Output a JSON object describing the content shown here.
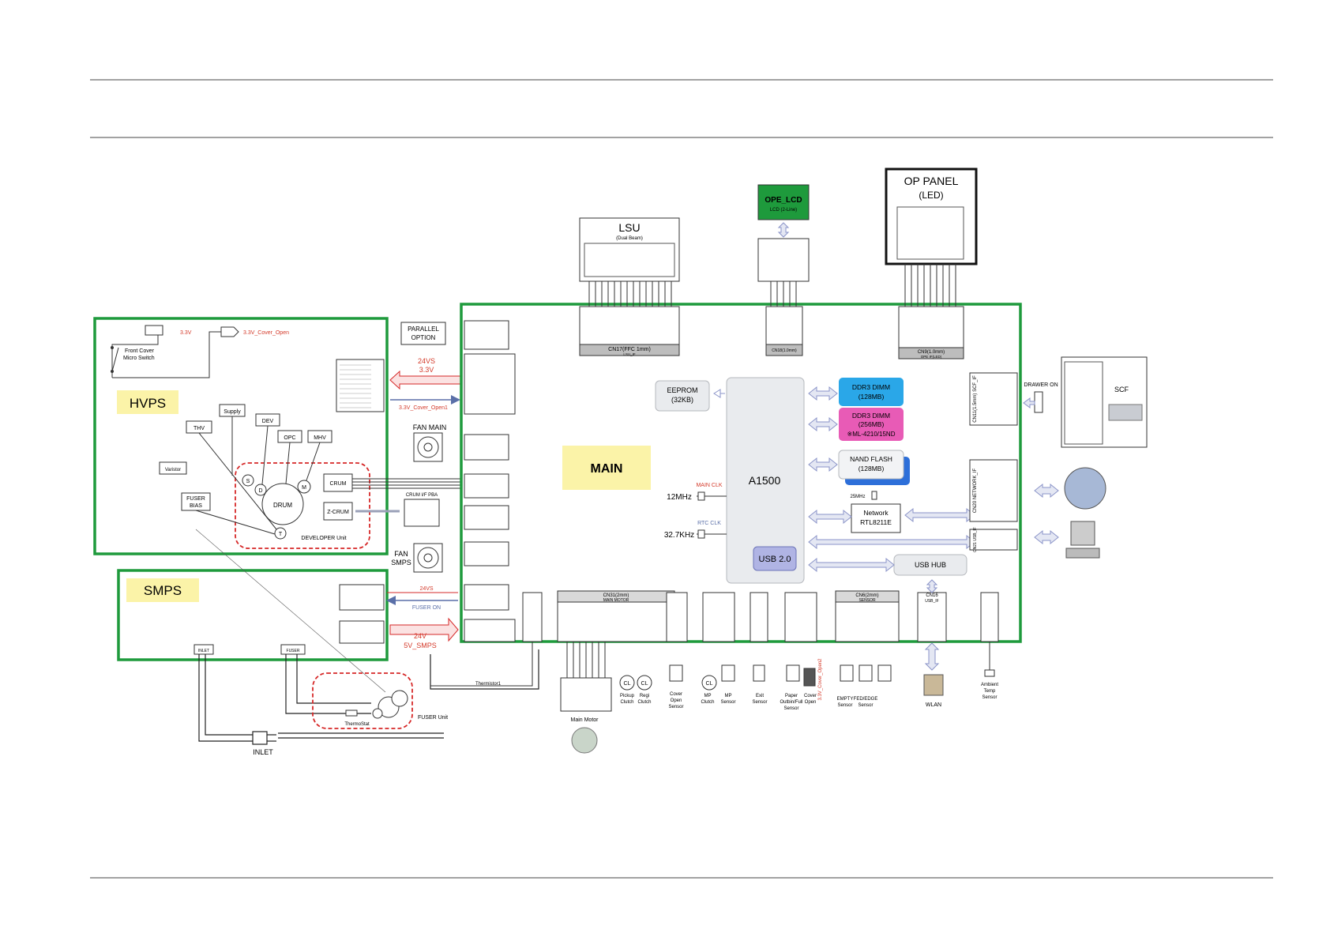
{
  "blocks": {
    "hvps": "HVPS",
    "smps": "SMPS",
    "main": "MAIN",
    "cpu": "A1500",
    "usb20": "USB 2.0"
  },
  "hvps_parts": {
    "v33": "3.3V",
    "v33_cover_open": "3.3V_Cover_Open",
    "front_cover": "Front Cover",
    "micro_switch": "Micro Switch",
    "supply": "Supply",
    "dev": "DEV",
    "thv": "THV",
    "opc": "OPC",
    "mhv": "MHV",
    "varistor": "Varistor",
    "fuser_bias_1": "FUSER",
    "fuser_bias_2": "BIAS",
    "s": "S",
    "d": "D",
    "m": "M",
    "t": "T",
    "drum": "DRUM",
    "crum": "CRUM",
    "z_crum": "Z-CRUM",
    "developer_unit": "DEVELOPER Unit"
  },
  "smps_parts": {
    "inlet_label": "INLET",
    "fuser_label": "FUSER",
    "inlet_bottom": "INLET",
    "thermostat": "ThermoStat",
    "fuser_unit": "FUSER Unit",
    "thermistor": "Thermistor1"
  },
  "connections": {
    "hvps_24vs": "24VS",
    "hvps_33v": "3.3V",
    "hvps_cover_open": "3.3V_Cover_Open1",
    "smps_24vs": "24VS",
    "fuser_on": "FUSER ON",
    "smps_24v": "24V",
    "smps_5v": "5V_SMPS",
    "crum_if_pba": "CRUM I/F PBA"
  },
  "main_side": {
    "parallel_1": "PARALLEL",
    "parallel_2": "OPTION",
    "fan_main": "FAN MAIN",
    "fan_smps_1": "FAN",
    "fan_smps_2": "SMPS",
    "eeprom_1": "EEPROM",
    "eeprom_2": "(32KB)",
    "ddr3_1_a": "DDR3 DIMM",
    "ddr3_1_b": "(128MB)",
    "ddr3_2_a": "DDR3 DIMM",
    "ddr3_2_b": "(256MB)",
    "ddr3_2_c": "※ML-4210/15ND",
    "nand_1": "NAND FLASH",
    "nand_2": "(128MB)",
    "crystal_25": "25MHz",
    "network_1": "Network",
    "network_2": "RTL8211E",
    "usb_hub": "USB HUB",
    "main_clk": "MAIN CLK",
    "clk_12": "12MHz",
    "rtc_clk": "RTC CLK",
    "clk_32": "32.7KHz"
  },
  "top_parts": {
    "lsu": "LSU",
    "lsu_sub": "(Dual Beam)",
    "cn17": "CN17(FFC 1mm)",
    "cn17_sub": "LSU_IF",
    "ope_lcd": "OPE_LCD",
    "ope_lcd_sub": "LCD (2-Line)",
    "cn18": "CN18(1.0mm)",
    "op_panel": "OP PANEL",
    "op_panel_sub": "(LED)",
    "cn9": "CN9(1.0mm)",
    "cn9_sub": "OPE IF(LED)"
  },
  "right_parts": {
    "drawer_on": "DRAWER ON",
    "scf": "SCF",
    "cn11": "CN11(1.5mm) SCF_IF",
    "cn20": "CN20 NETWORK_IF",
    "cn21": "CN21 USB_IF"
  },
  "bottom_parts": {
    "main_motor": "Main Motor",
    "cn31": "CN31(2mm)",
    "cn31_sub": "MAIN MOTOR",
    "pickup_1": "Pickup",
    "pickup_2": "Clutch",
    "regi_1": "Regi",
    "regi_2": "Clutch",
    "cover_1": "Cover",
    "cover_2": "Open",
    "cover_3": "Sensor",
    "mp_clutch_1": "MP",
    "mp_clutch_2": "Clutch",
    "mp_sensor_1": "MP",
    "mp_sensor_2": "Sensor",
    "exit_1": "Exit",
    "exit_2": "Sensor",
    "paper_1": "Paper",
    "paper_2": "Outbin/Full",
    "paper_3": "Sensor",
    "cover_open2_1": "Cover",
    "cover_open2_2": "Open",
    "cover_open2_red": "3.3V_Cover_Open2",
    "empty_1": "EMPTY",
    "empty_2": "Sensor",
    "fed_1": "FED/EDGE",
    "fed_2": "Sensor",
    "cn6": "CN6(2mm)",
    "cn6_sub": "SENSOR",
    "cn16": "CN16",
    "cn16_sub": "USB_IF",
    "wlan": "WLAN",
    "ambient_1": "Ambient",
    "ambient_2": "Temp",
    "ambient_3": "Sensor",
    "cl": "CL"
  }
}
